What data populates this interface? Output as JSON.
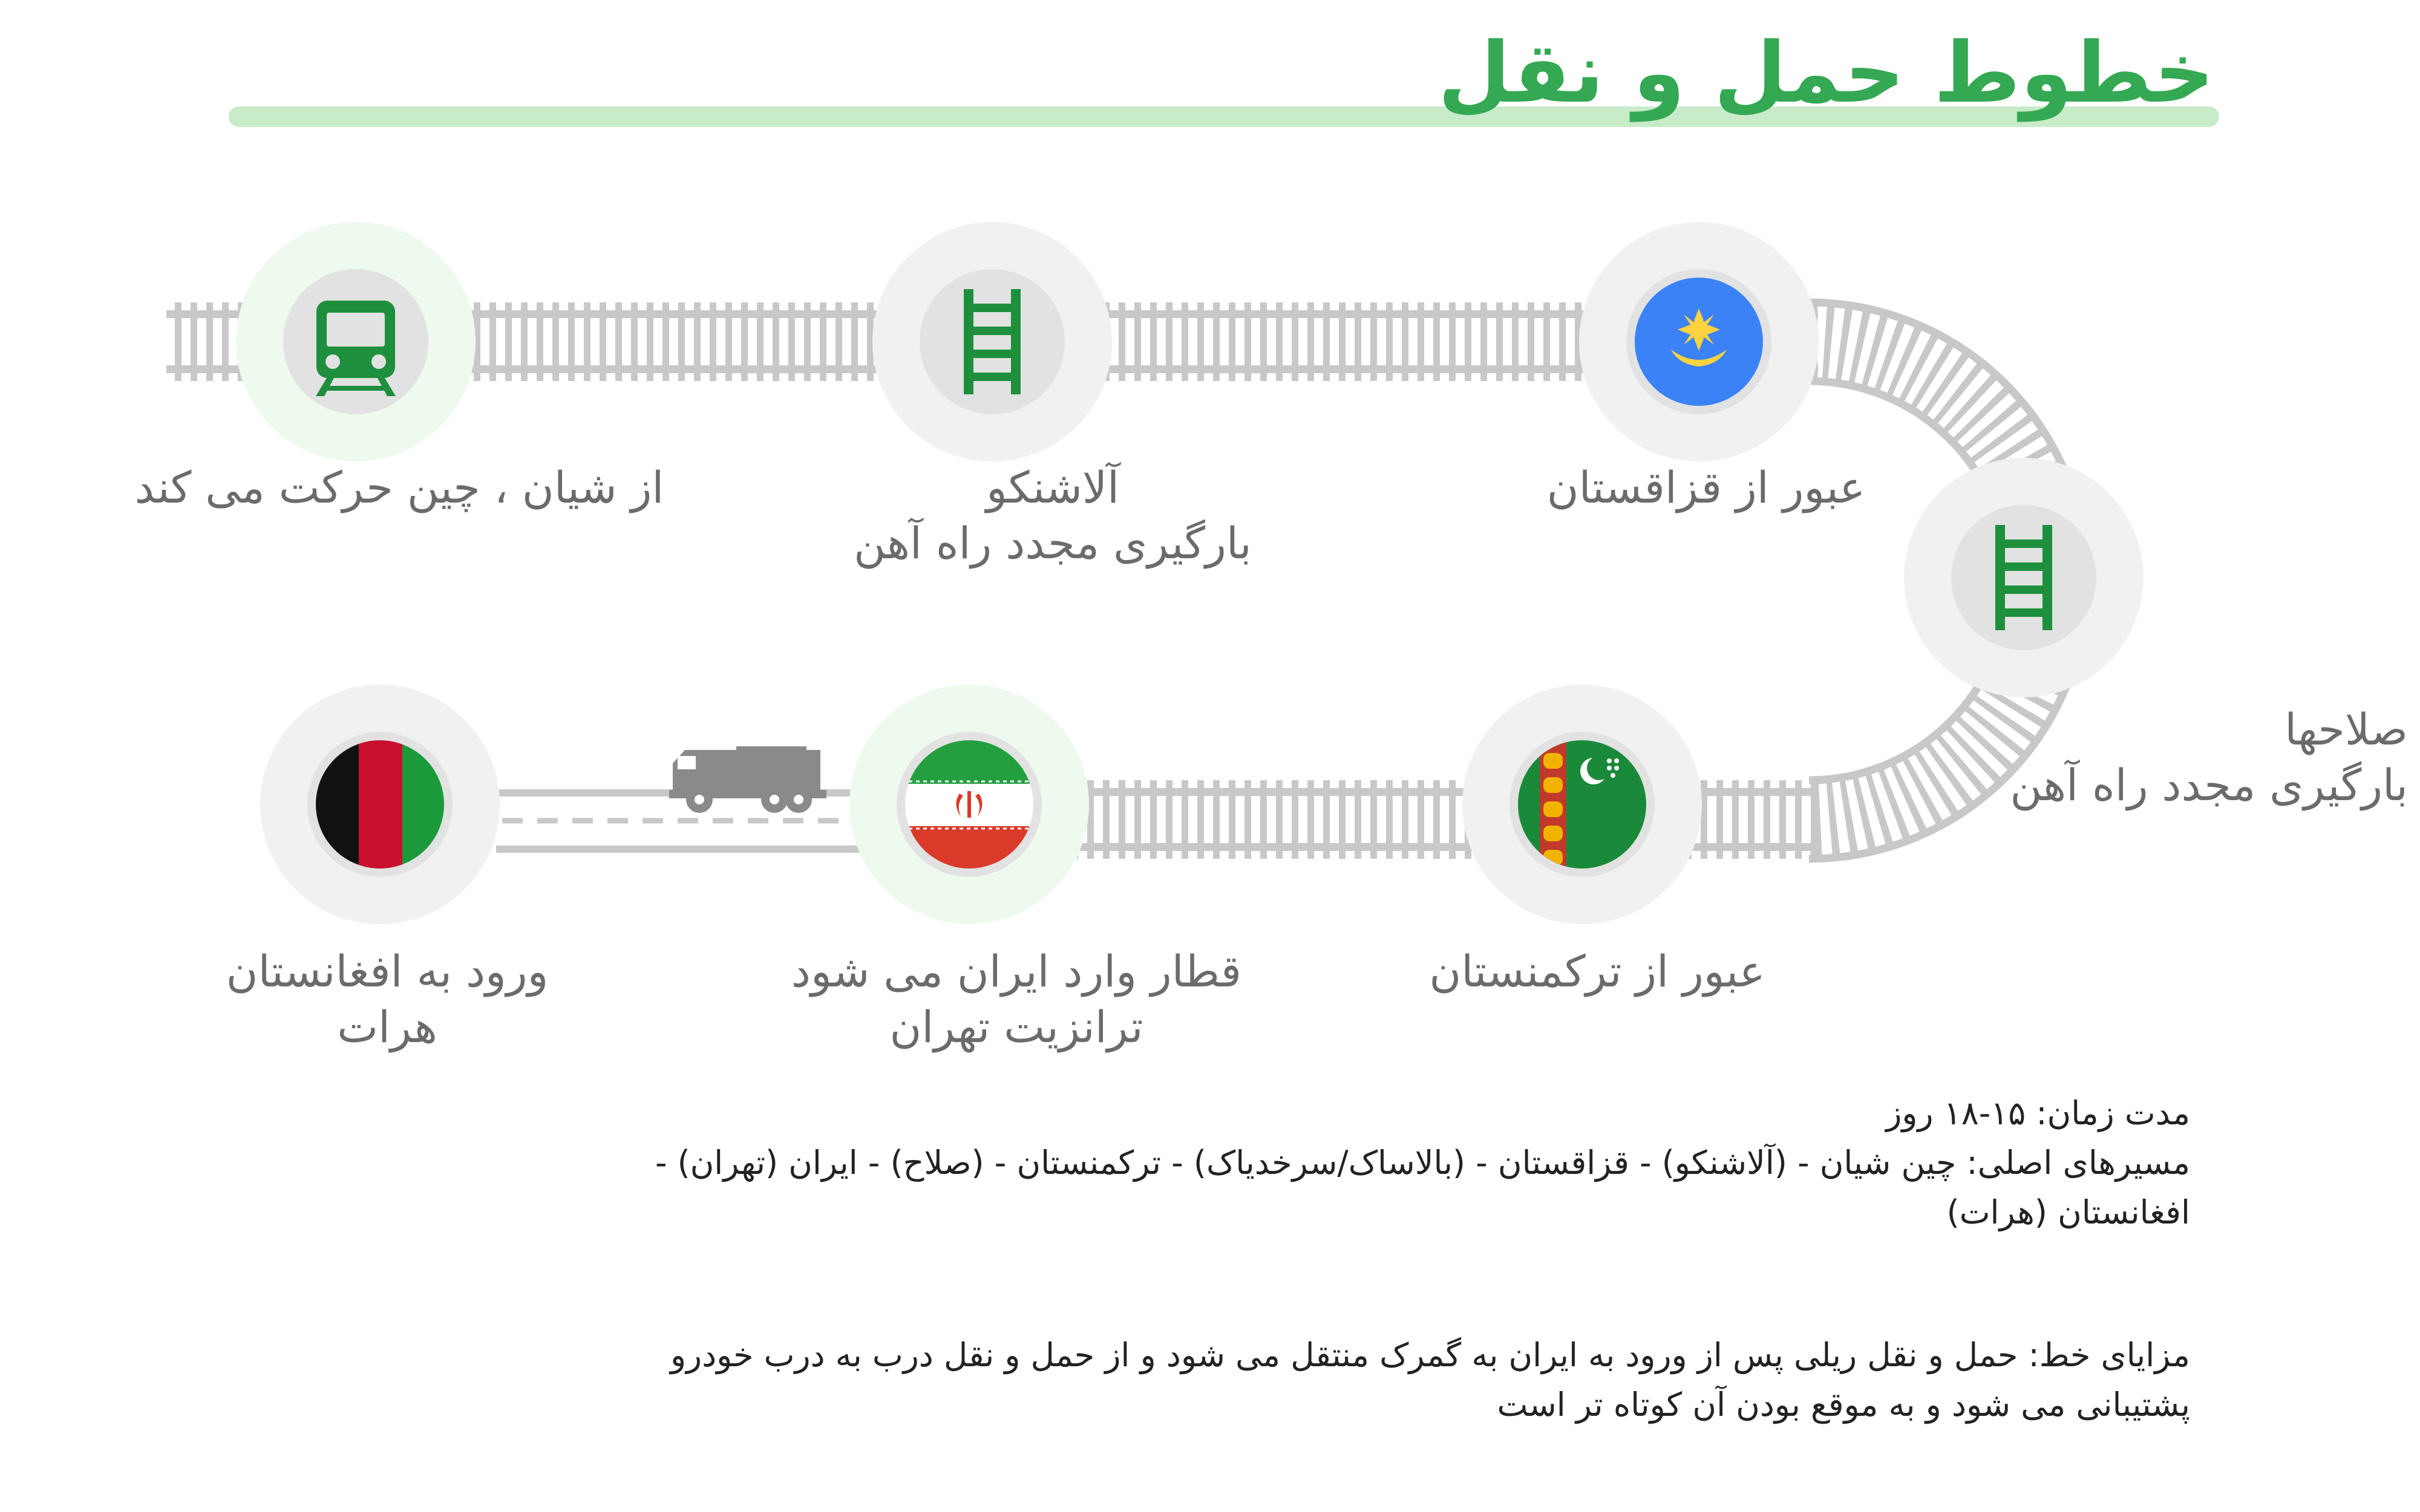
{
  "title": "خطوط حمل و نقل",
  "stops": [
    {
      "icon": "train-icon",
      "line1": "از شیان ، چین حرکت می کند",
      "line2": ""
    },
    {
      "icon": "railway-track-icon",
      "line1": "آلاشنکو",
      "line2": "بارگیری مجدد راه آهن"
    },
    {
      "icon": "kazakhstan-flag-icon",
      "line1": "عبور از قزاقستان",
      "line2": ""
    },
    {
      "icon": "railway-track-icon",
      "line1": "صلاحها",
      "line2": "بارگیری مجدد راه آهن"
    },
    {
      "icon": "turkmenistan-flag-icon",
      "line1": "عبور از ترکمنستان",
      "line2": ""
    },
    {
      "icon": "iran-flag-icon",
      "line1": "قطار وارد ایران می شود",
      "line2": "ترانزیت تهران"
    },
    {
      "icon": "afghanistan-flag-icon",
      "line1": "ورود به افغانستان",
      "line2": "هرات"
    }
  ],
  "info": {
    "duration": "مدت زمان: ۱۵-۱۸ روز",
    "routes_line1": "مسیرهای اصلی: چین شیان - (آلاشنکو) - قزاقستان - (بالاساک/سرخدیاک) - ترکمنستان - (صلاح) - ایران (تهران) -",
    "routes_line2": "افغانستان (هرات)",
    "advantages_line1": "مزایای خط: حمل و نقل ریلی پس از ورود به ایران به گمرک منتقل می شود و از حمل و نقل درب به درب خودرو",
    "advantages_line2": "پشتیبانی می شود و به موقع بودن آن کوتاه تر است"
  },
  "colors": {
    "accent_green": "#34a853",
    "title_underline": "#c8ebc9",
    "track_gray": "#c8c8c8",
    "circle_outer": "#f1f1f1",
    "circle_inner": "#e2e2e2",
    "highlight_outer": "#eefaee"
  }
}
